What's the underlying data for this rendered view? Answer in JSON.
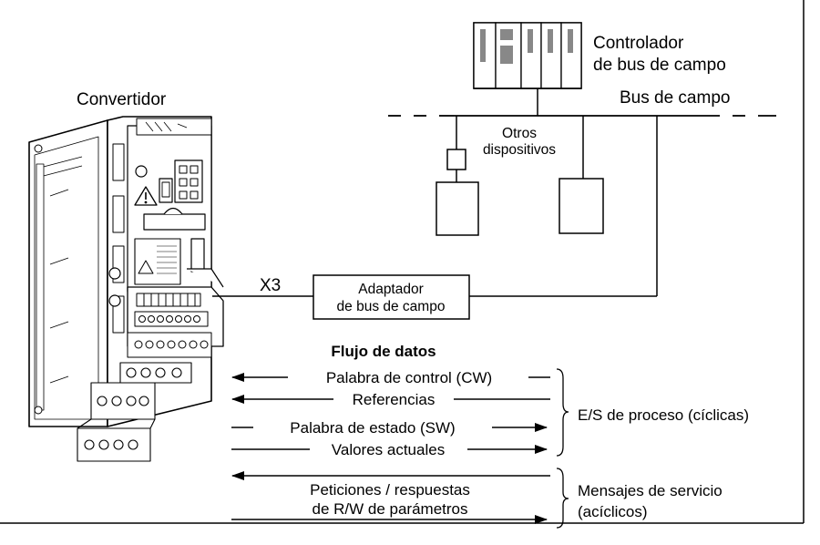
{
  "labels": {
    "drive": "Convertidor",
    "controller_line1": "Controlador",
    "controller_line2": "de bus de campo",
    "fieldbus": "Bus de campo",
    "other_devices_line1": "Otros",
    "other_devices_line2": "dispositivos",
    "x3": "X3",
    "adapter_line1": "Adaptador",
    "adapter_line2": "de bus de campo",
    "data_flow_title": "Flujo de datos"
  },
  "flows": {
    "control_word": "Palabra de control (CW)",
    "references": "Referencias",
    "status_word": "Palabra de estado (SW)",
    "actual_values": "Valores actuales",
    "param_rw_line1": "Peticiones / respuestas",
    "param_rw_line2": "de R/W de parámetros"
  },
  "groups": {
    "process_io": "E/S de proceso (cíclicas)",
    "service_line1": "Mensajes de servicio",
    "service_line2": "(acíclicos)"
  }
}
